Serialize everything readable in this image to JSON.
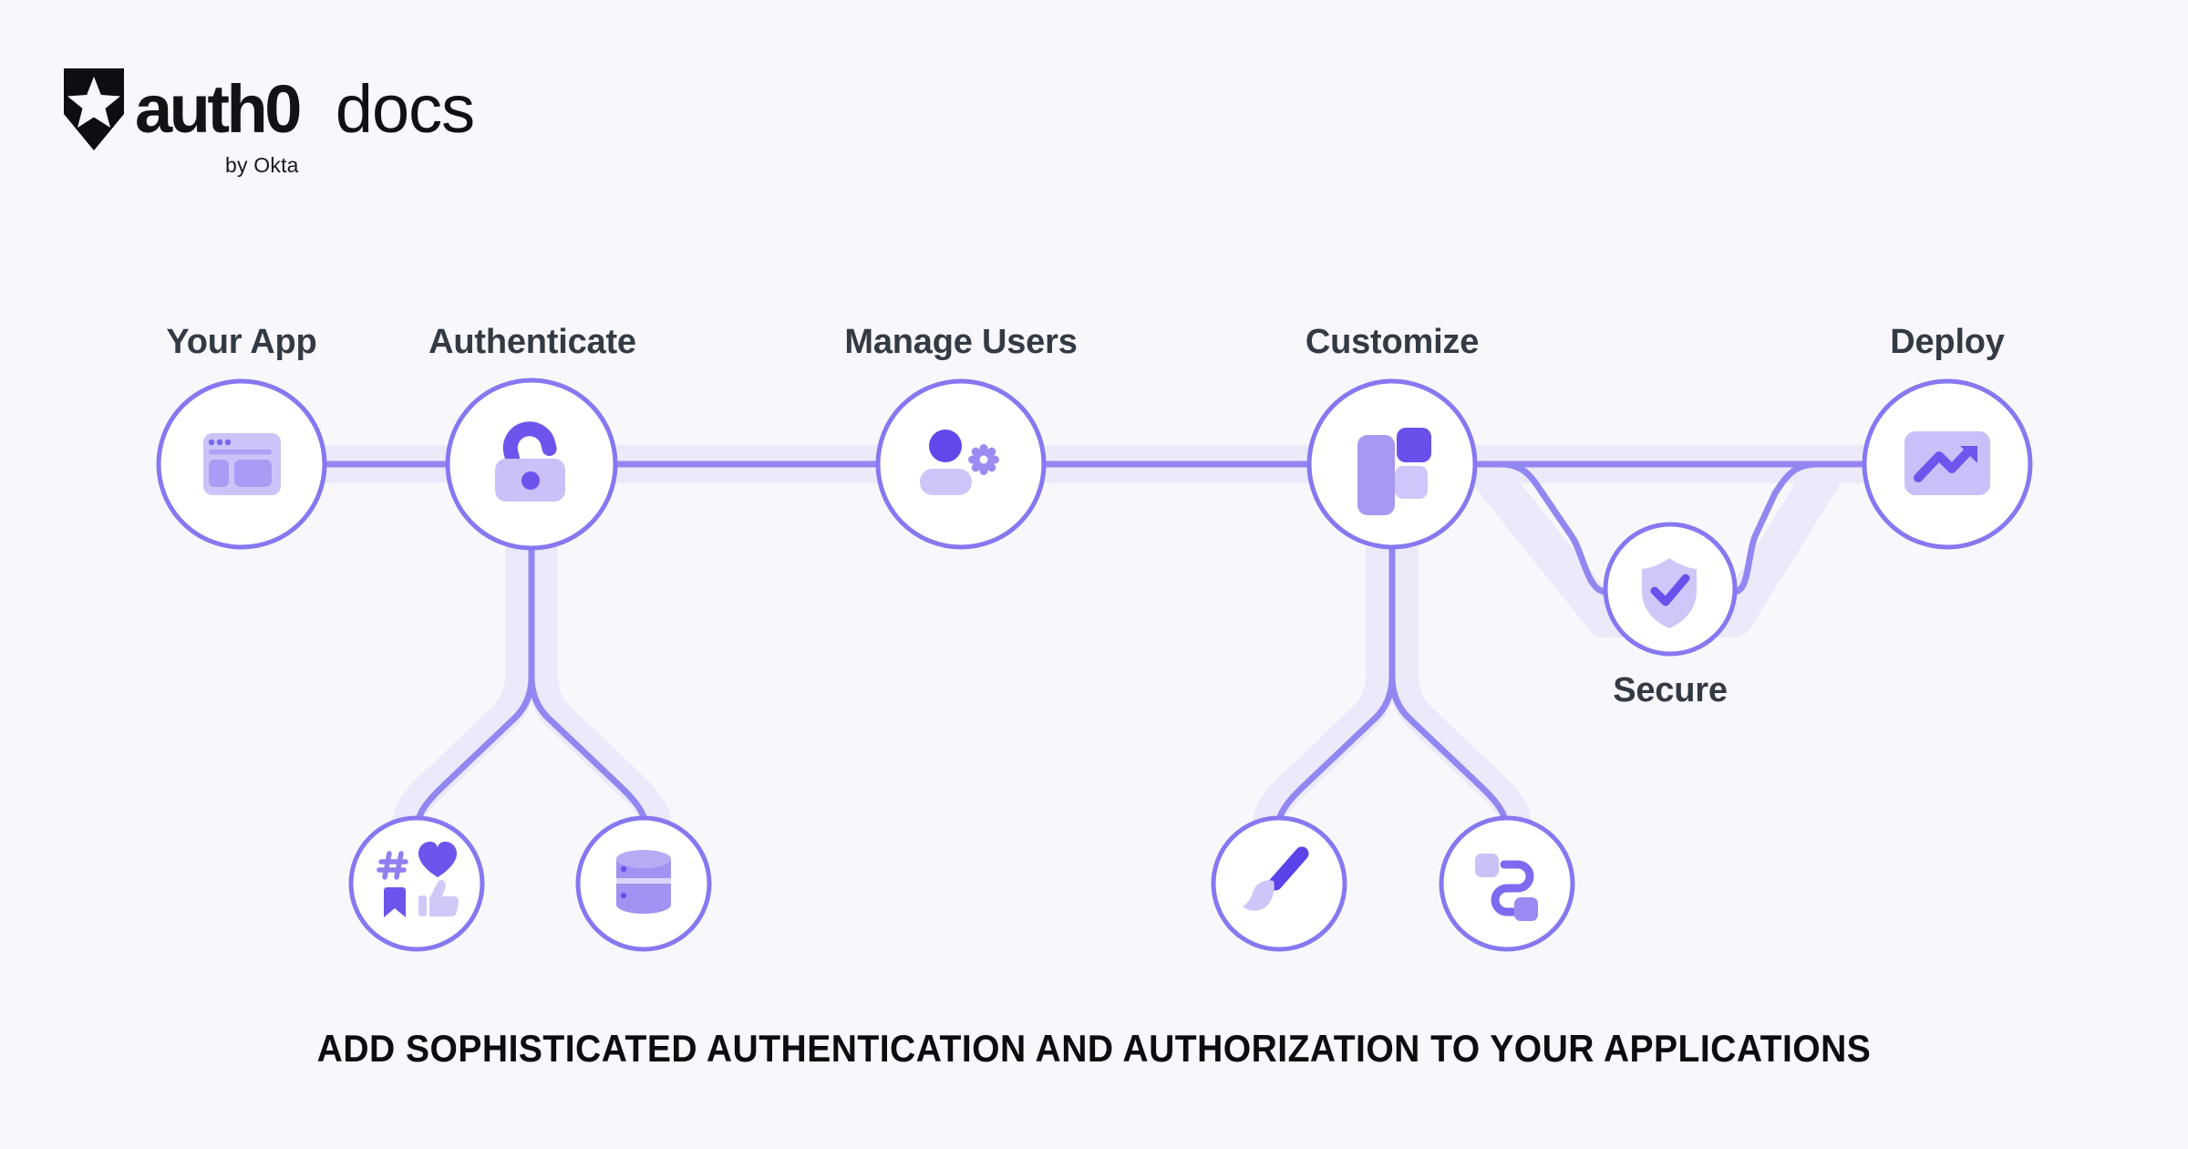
{
  "logo": {
    "brand": "auth0",
    "product": "docs",
    "byline": "by Okta",
    "icon": "auth0-shield-logo"
  },
  "nodes": [
    {
      "id": "your-app",
      "label": "Your App",
      "icon": "browser-window-icon"
    },
    {
      "id": "authenticate",
      "label": "Authenticate",
      "icon": "open-padlock-icon"
    },
    {
      "id": "manage-users",
      "label": "Manage Users",
      "icon": "user-gear-icon"
    },
    {
      "id": "customize",
      "label": "Customize",
      "icon": "layout-blocks-icon"
    },
    {
      "id": "secure",
      "label": "Secure",
      "icon": "shield-check-icon"
    },
    {
      "id": "deploy",
      "label": "Deploy",
      "icon": "trending-up-chart-icon"
    }
  ],
  "sub_nodes": [
    {
      "id": "social-providers",
      "parent": "authenticate",
      "icon": "social-engagement-icons"
    },
    {
      "id": "user-database",
      "parent": "authenticate",
      "icon": "database-icon"
    },
    {
      "id": "branding-brush",
      "parent": "customize",
      "icon": "paintbrush-icon"
    },
    {
      "id": "custom-flows",
      "parent": "customize",
      "icon": "workflow-path-icon"
    }
  ],
  "tagline": "ADD SOPHISTICATED AUTHENTICATION AND AUTHORIZATION TO YOUR APPLICATIONS",
  "colors": {
    "background": "#F8F8FC",
    "connector": "#9287F1",
    "connector_halo": "#ECEAFA",
    "circle_border": "#8678F0",
    "icon_dark": "#6B4FEB",
    "icon_medium": "#9B8CF3",
    "icon_light": "#CBC4F8",
    "label_text": "#343A43",
    "tagline_text": "#0D0D11"
  }
}
